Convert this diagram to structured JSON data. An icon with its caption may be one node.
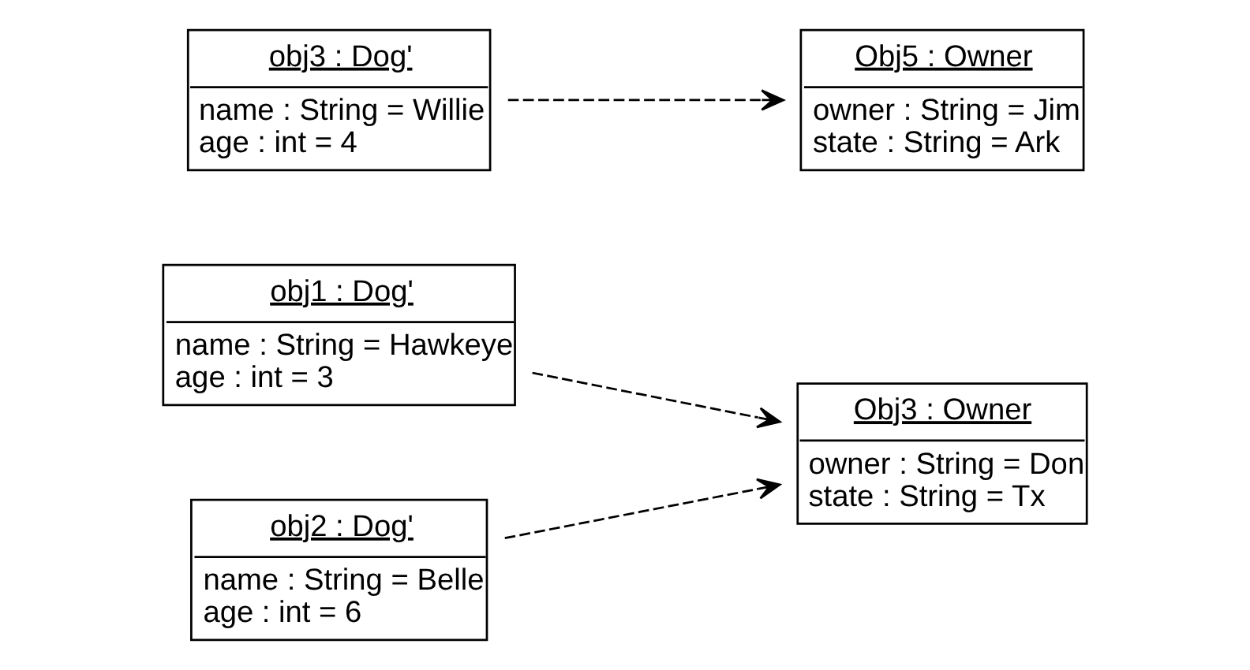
{
  "diagram": {
    "nodes": [
      {
        "text": [
          "obj1 : Dog'",
          "name : String = Hawkeye",
          "age : int = 3"
        ]
      },
      {
        "text": [
          "obj2 : Dog'",
          "name : String = Belle",
          "age : int = 6"
        ]
      },
      {
        "text": [
          "obj3 : Dog'",
          "name : String = Willie",
          "age : int = 4"
        ]
      },
      {
        "text": [
          "Obj3 : Owner",
          "owner : String = Don",
          "state : String = Tx"
        ]
      },
      {
        "text": [
          "Obj5 : Owner",
          "owner : String = Jim",
          "state : String = Ark"
        ]
      }
    ],
    "edges": [
      {
        "from": 0,
        "to": 3,
        "arrow": "to",
        "style": "dashed"
      },
      {
        "from": 1,
        "to": 3,
        "arrow": "to",
        "style": "dashed"
      },
      {
        "from": 2,
        "to": 4,
        "arrow": "to",
        "style": "dashed"
      }
    ]
  }
}
